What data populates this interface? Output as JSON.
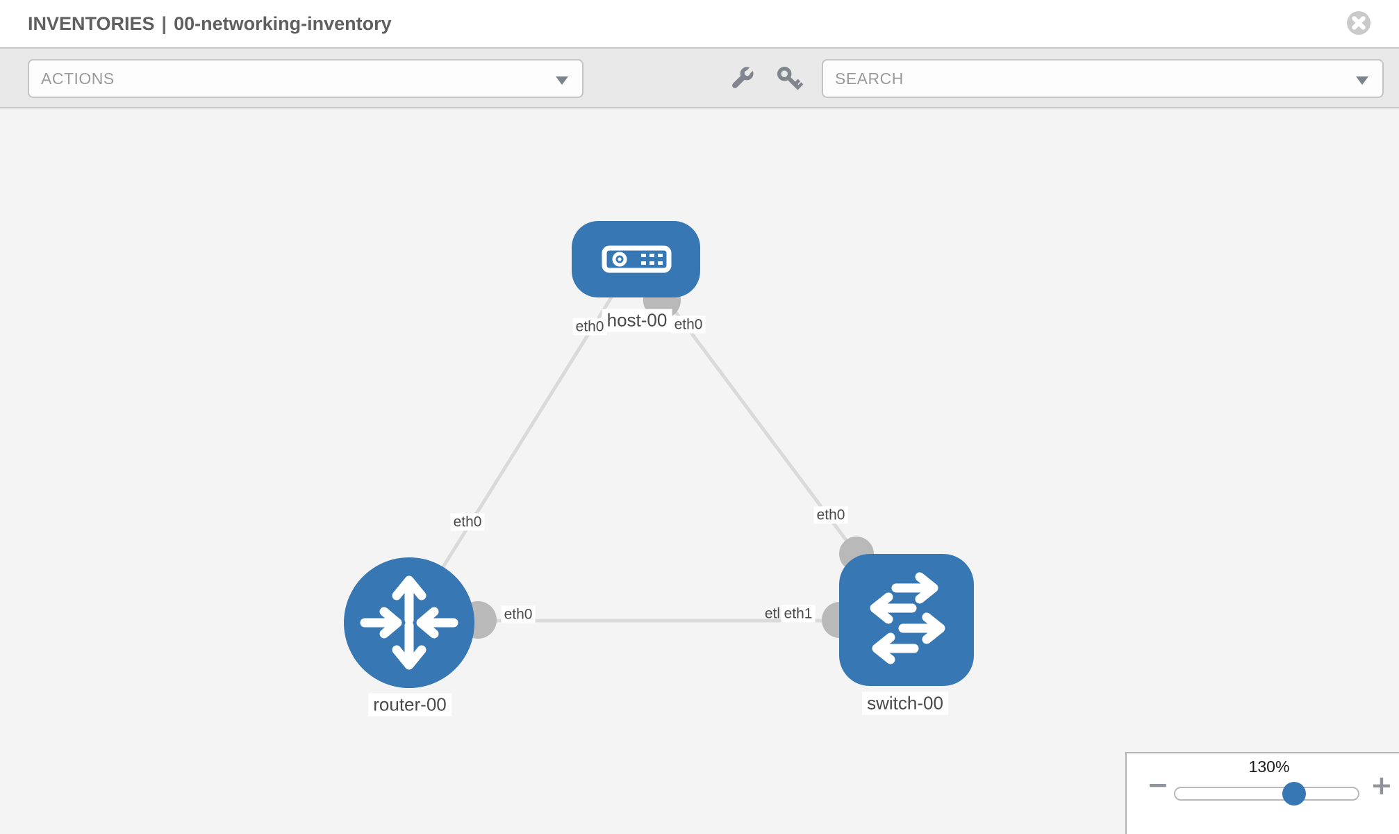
{
  "header": {
    "title_prefix": "INVENTORIES",
    "separator": "|",
    "inventory_name": "00-networking-inventory"
  },
  "toolbar": {
    "actions_label": "ACTIONS",
    "search_label": "SEARCH",
    "icons": [
      "wrench-icon",
      "key-icon"
    ]
  },
  "topology": {
    "nodes": [
      {
        "id": "host-00",
        "type": "host",
        "label": "host-00"
      },
      {
        "id": "router-00",
        "type": "router",
        "label": "router-00"
      },
      {
        "id": "switch-00",
        "type": "switch",
        "label": "switch-00"
      }
    ],
    "edges": [
      {
        "from": "host-00",
        "to": "router-00",
        "from_label": "eth0",
        "to_label": "eth0"
      },
      {
        "from": "host-00",
        "to": "switch-00",
        "from_label": "eth0",
        "to_label": "eth0"
      },
      {
        "from": "router-00",
        "to": "switch-00",
        "from_label": "eth0",
        "to_label_back": "etl",
        "to_label_front": "eth1"
      }
    ]
  },
  "zoom_control": {
    "value": "130%",
    "minus_label": "−",
    "plus_label": "+"
  },
  "colors": {
    "node_blue": "#3778b4",
    "edge_gray": "#dadada",
    "port_gray": "#b9b9b9",
    "canvas_bg": "#f4f4f4",
    "toolbar_bg": "#e9e9e9",
    "icon_gray": "#81868e",
    "label_text": "#4a4a4a"
  }
}
